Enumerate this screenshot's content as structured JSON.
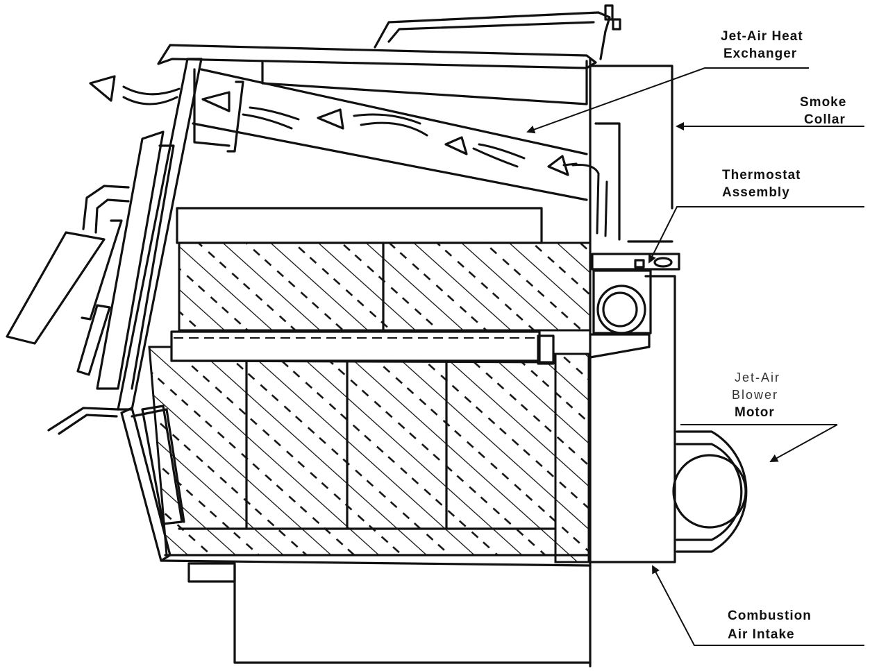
{
  "labels": {
    "heat_exchanger": [
      "Jet-Air Heat",
      "Exchanger"
    ],
    "smoke_collar": [
      "Smoke",
      "Collar"
    ],
    "thermostat": [
      "Thermostat",
      "Assembly"
    ],
    "blower": [
      "Jet-Air",
      "Blower",
      "Motor"
    ],
    "combustion": [
      "Combustion",
      "Air Intake"
    ]
  }
}
